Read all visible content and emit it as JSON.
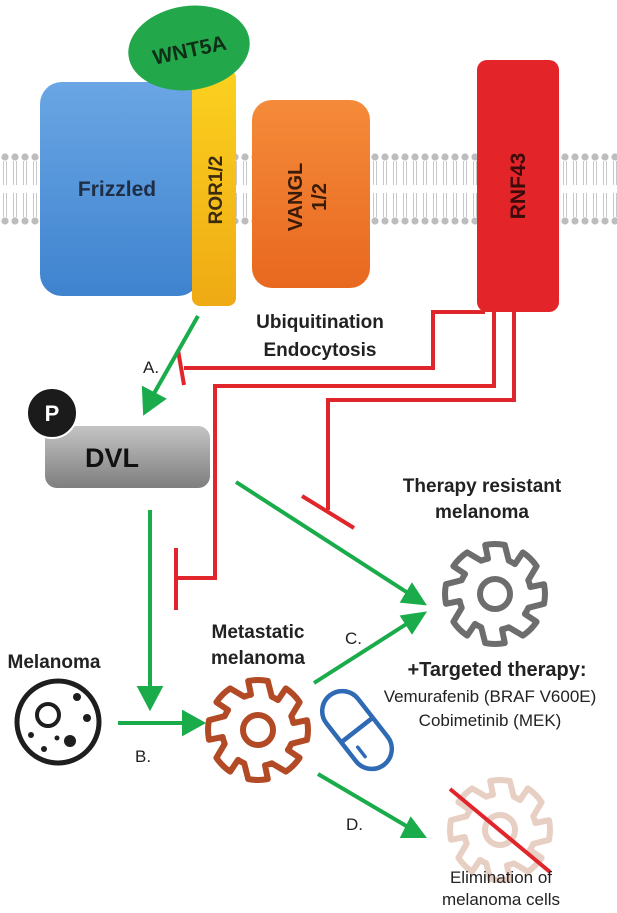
{
  "proteins": {
    "wnt5a": "WNT5A",
    "frizzled": "Frizzled",
    "ror": "ROR1/2",
    "vangl_line1": "VANGL",
    "vangl_line2": "1/2",
    "rnf43": "RNF43",
    "dvl": "DVL",
    "phospho": "P"
  },
  "process": {
    "line1": "Ubiquitination",
    "line2": "Endocytosis"
  },
  "arrow_labels": {
    "a": "A.",
    "b": "B.",
    "c": "C.",
    "d": "D."
  },
  "cells": {
    "melanoma": "Melanoma",
    "metastatic_line1": "Metastatic",
    "metastatic_line2": "melanoma",
    "resistant_line1": "Therapy resistant",
    "resistant_line2": "melanoma",
    "elimination_line1": "Elimination  of",
    "elimination_line2": "melanoma cells"
  },
  "therapy": {
    "heading": "+Targeted therapy:",
    "drug1": "Vemurafenib (BRAF V600E)",
    "drug2": "Cobimetinib (MEK)"
  },
  "colors": {
    "activation": "#1aab4a",
    "inhibition": "#e0262b",
    "frizzled": "#4a90d9",
    "wnt5a": "#22a84a",
    "ror": "#f5c01a",
    "vangl": "#ee7a28",
    "rnf43": "#e3252a",
    "dvl": "#8a8a8a",
    "gear_resistant": "#6d6d6d",
    "gear_metastatic": "#b24a25",
    "gear_eliminated": "#e8cfc3",
    "pill": "#2f6ab5"
  }
}
